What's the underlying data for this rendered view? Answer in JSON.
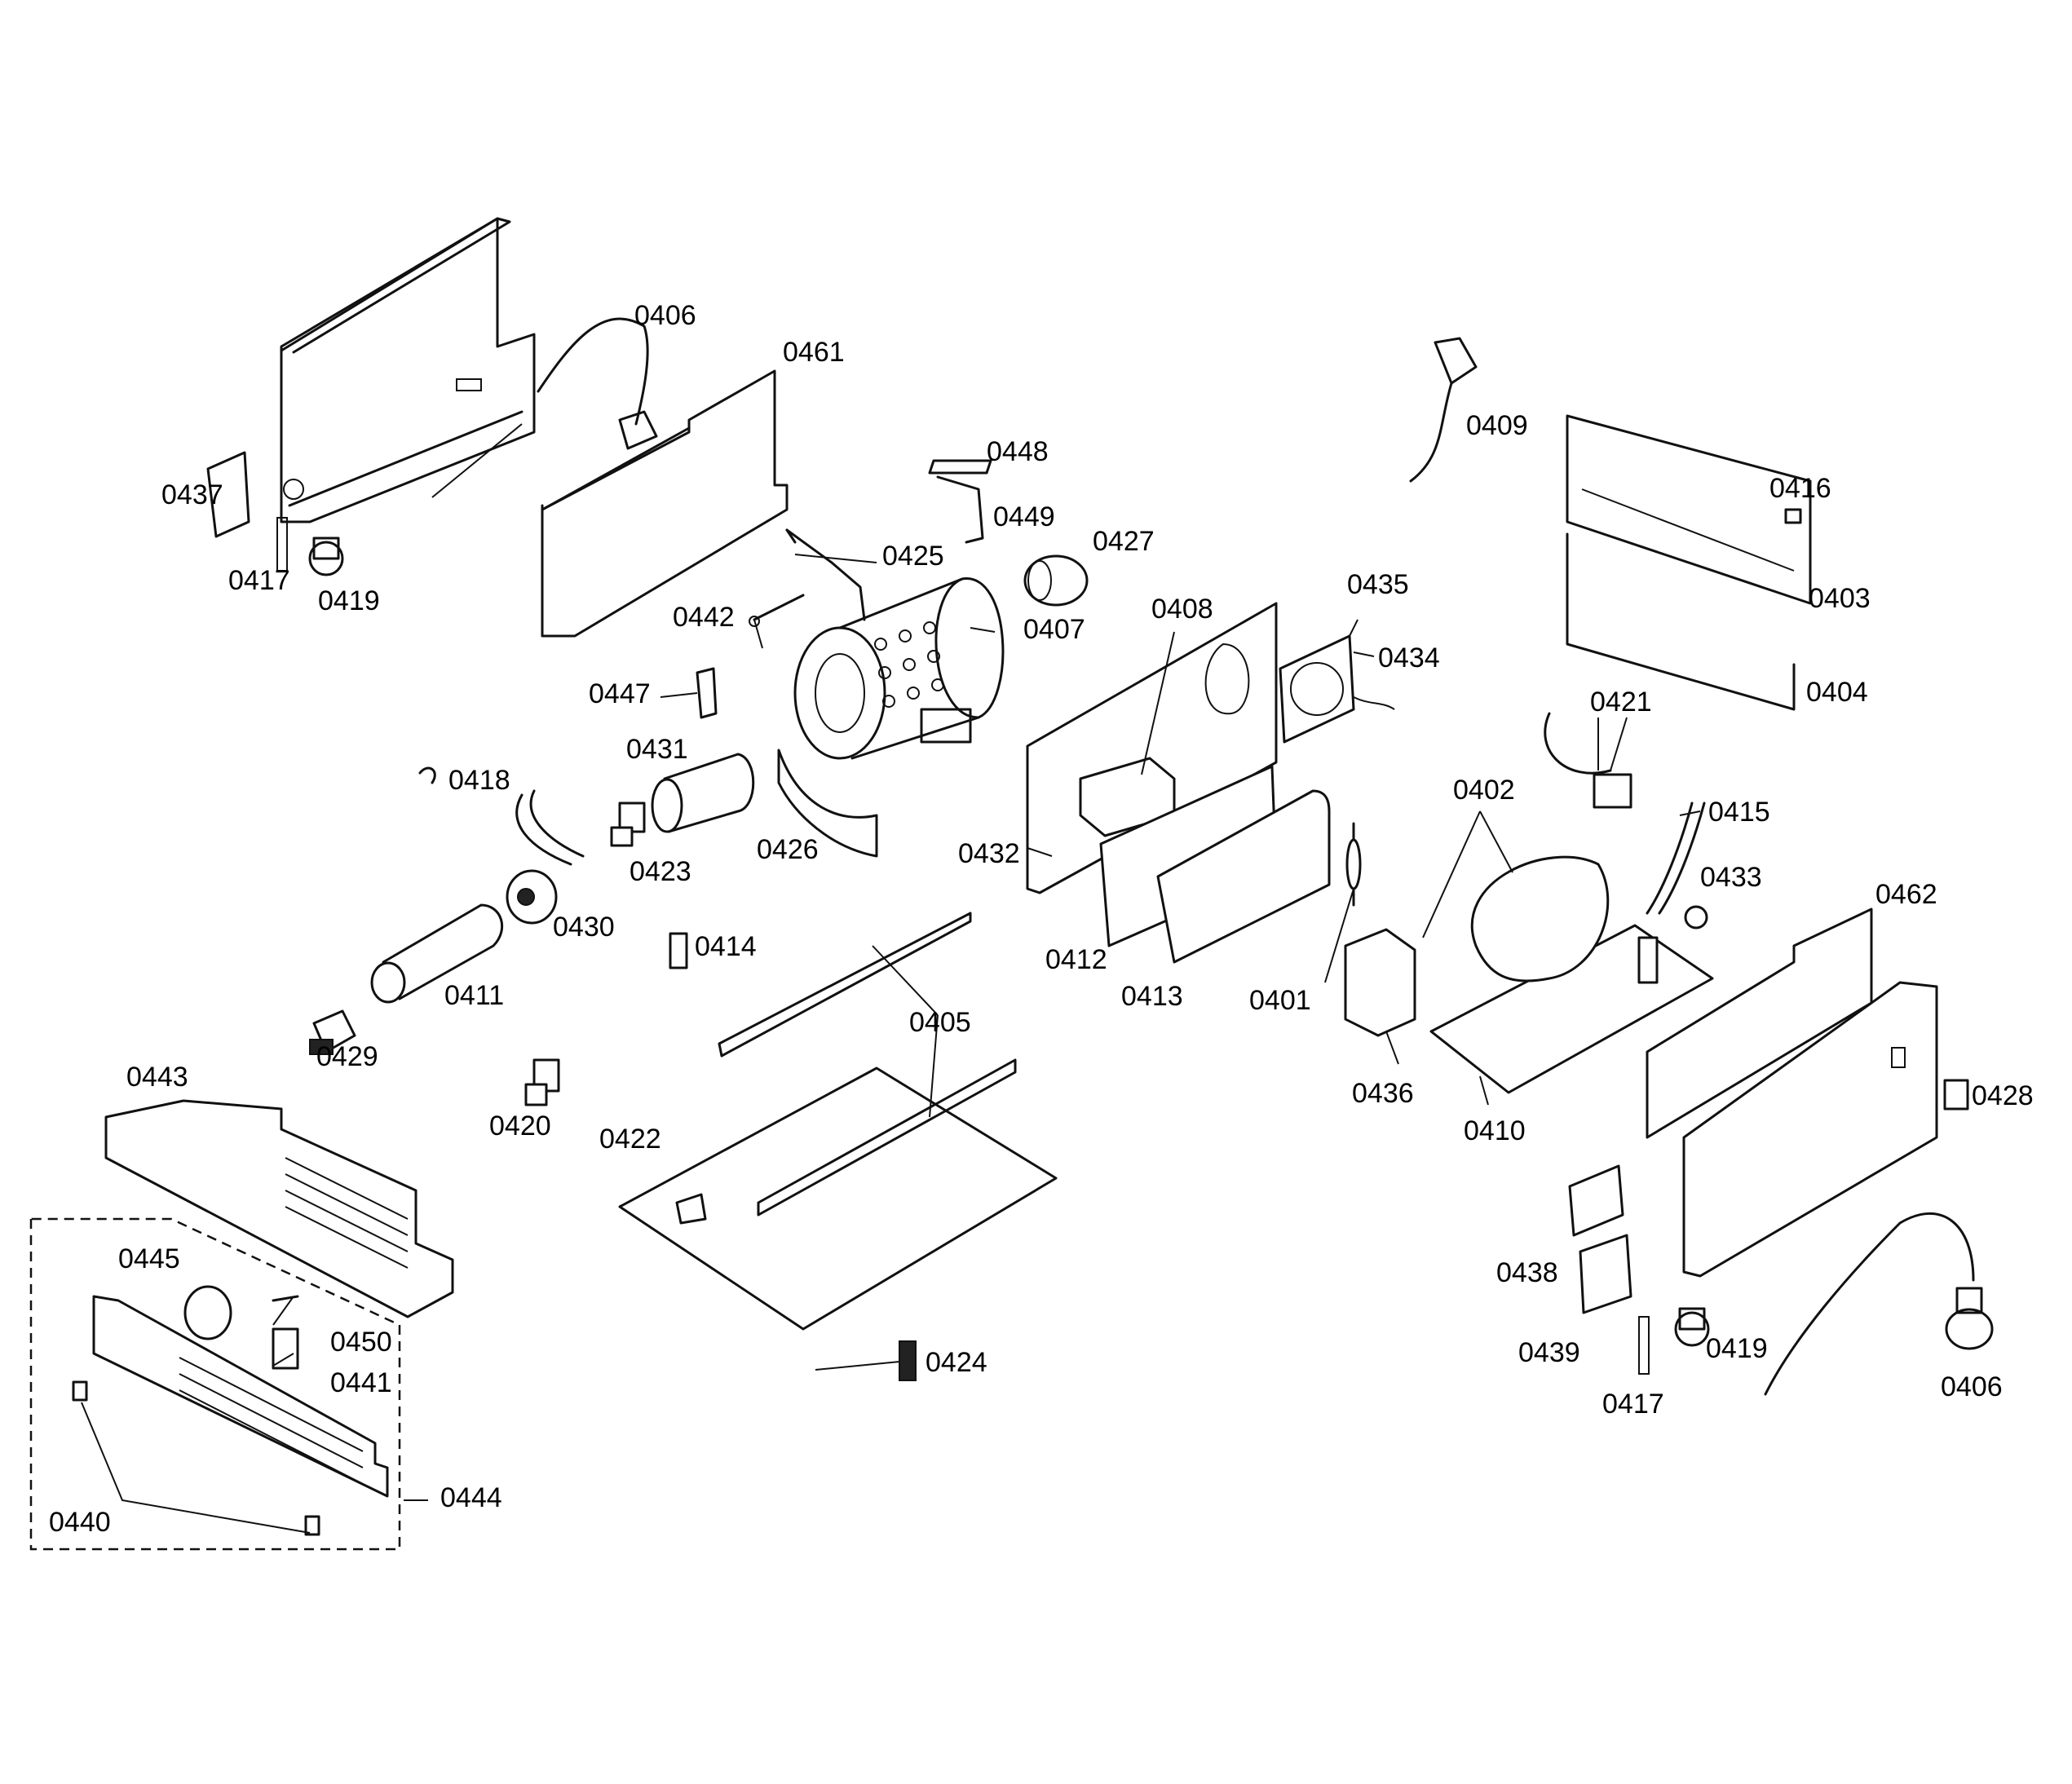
{
  "labels": [
    "0406",
    "0461",
    "0437",
    "0417",
    "0419",
    "0448",
    "0449",
    "0425",
    "0427",
    "0442",
    "0407",
    "0408",
    "0435",
    "0434",
    "0409",
    "0416",
    "0403",
    "0404",
    "0447",
    "0431",
    "0418",
    "0423",
    "0426",
    "0432",
    "0421",
    "0415",
    "0402",
    "0433",
    "0462",
    "0430",
    "0414",
    "0411",
    "0412",
    "0413",
    "0401",
    "0429",
    "0405",
    "0436",
    "0410",
    "0428",
    "0443",
    "0420",
    "0422",
    "0438",
    "0445",
    "0450",
    "0441",
    "0439",
    "0419",
    "0406",
    "0424",
    "0417",
    "0444",
    "0440"
  ]
}
